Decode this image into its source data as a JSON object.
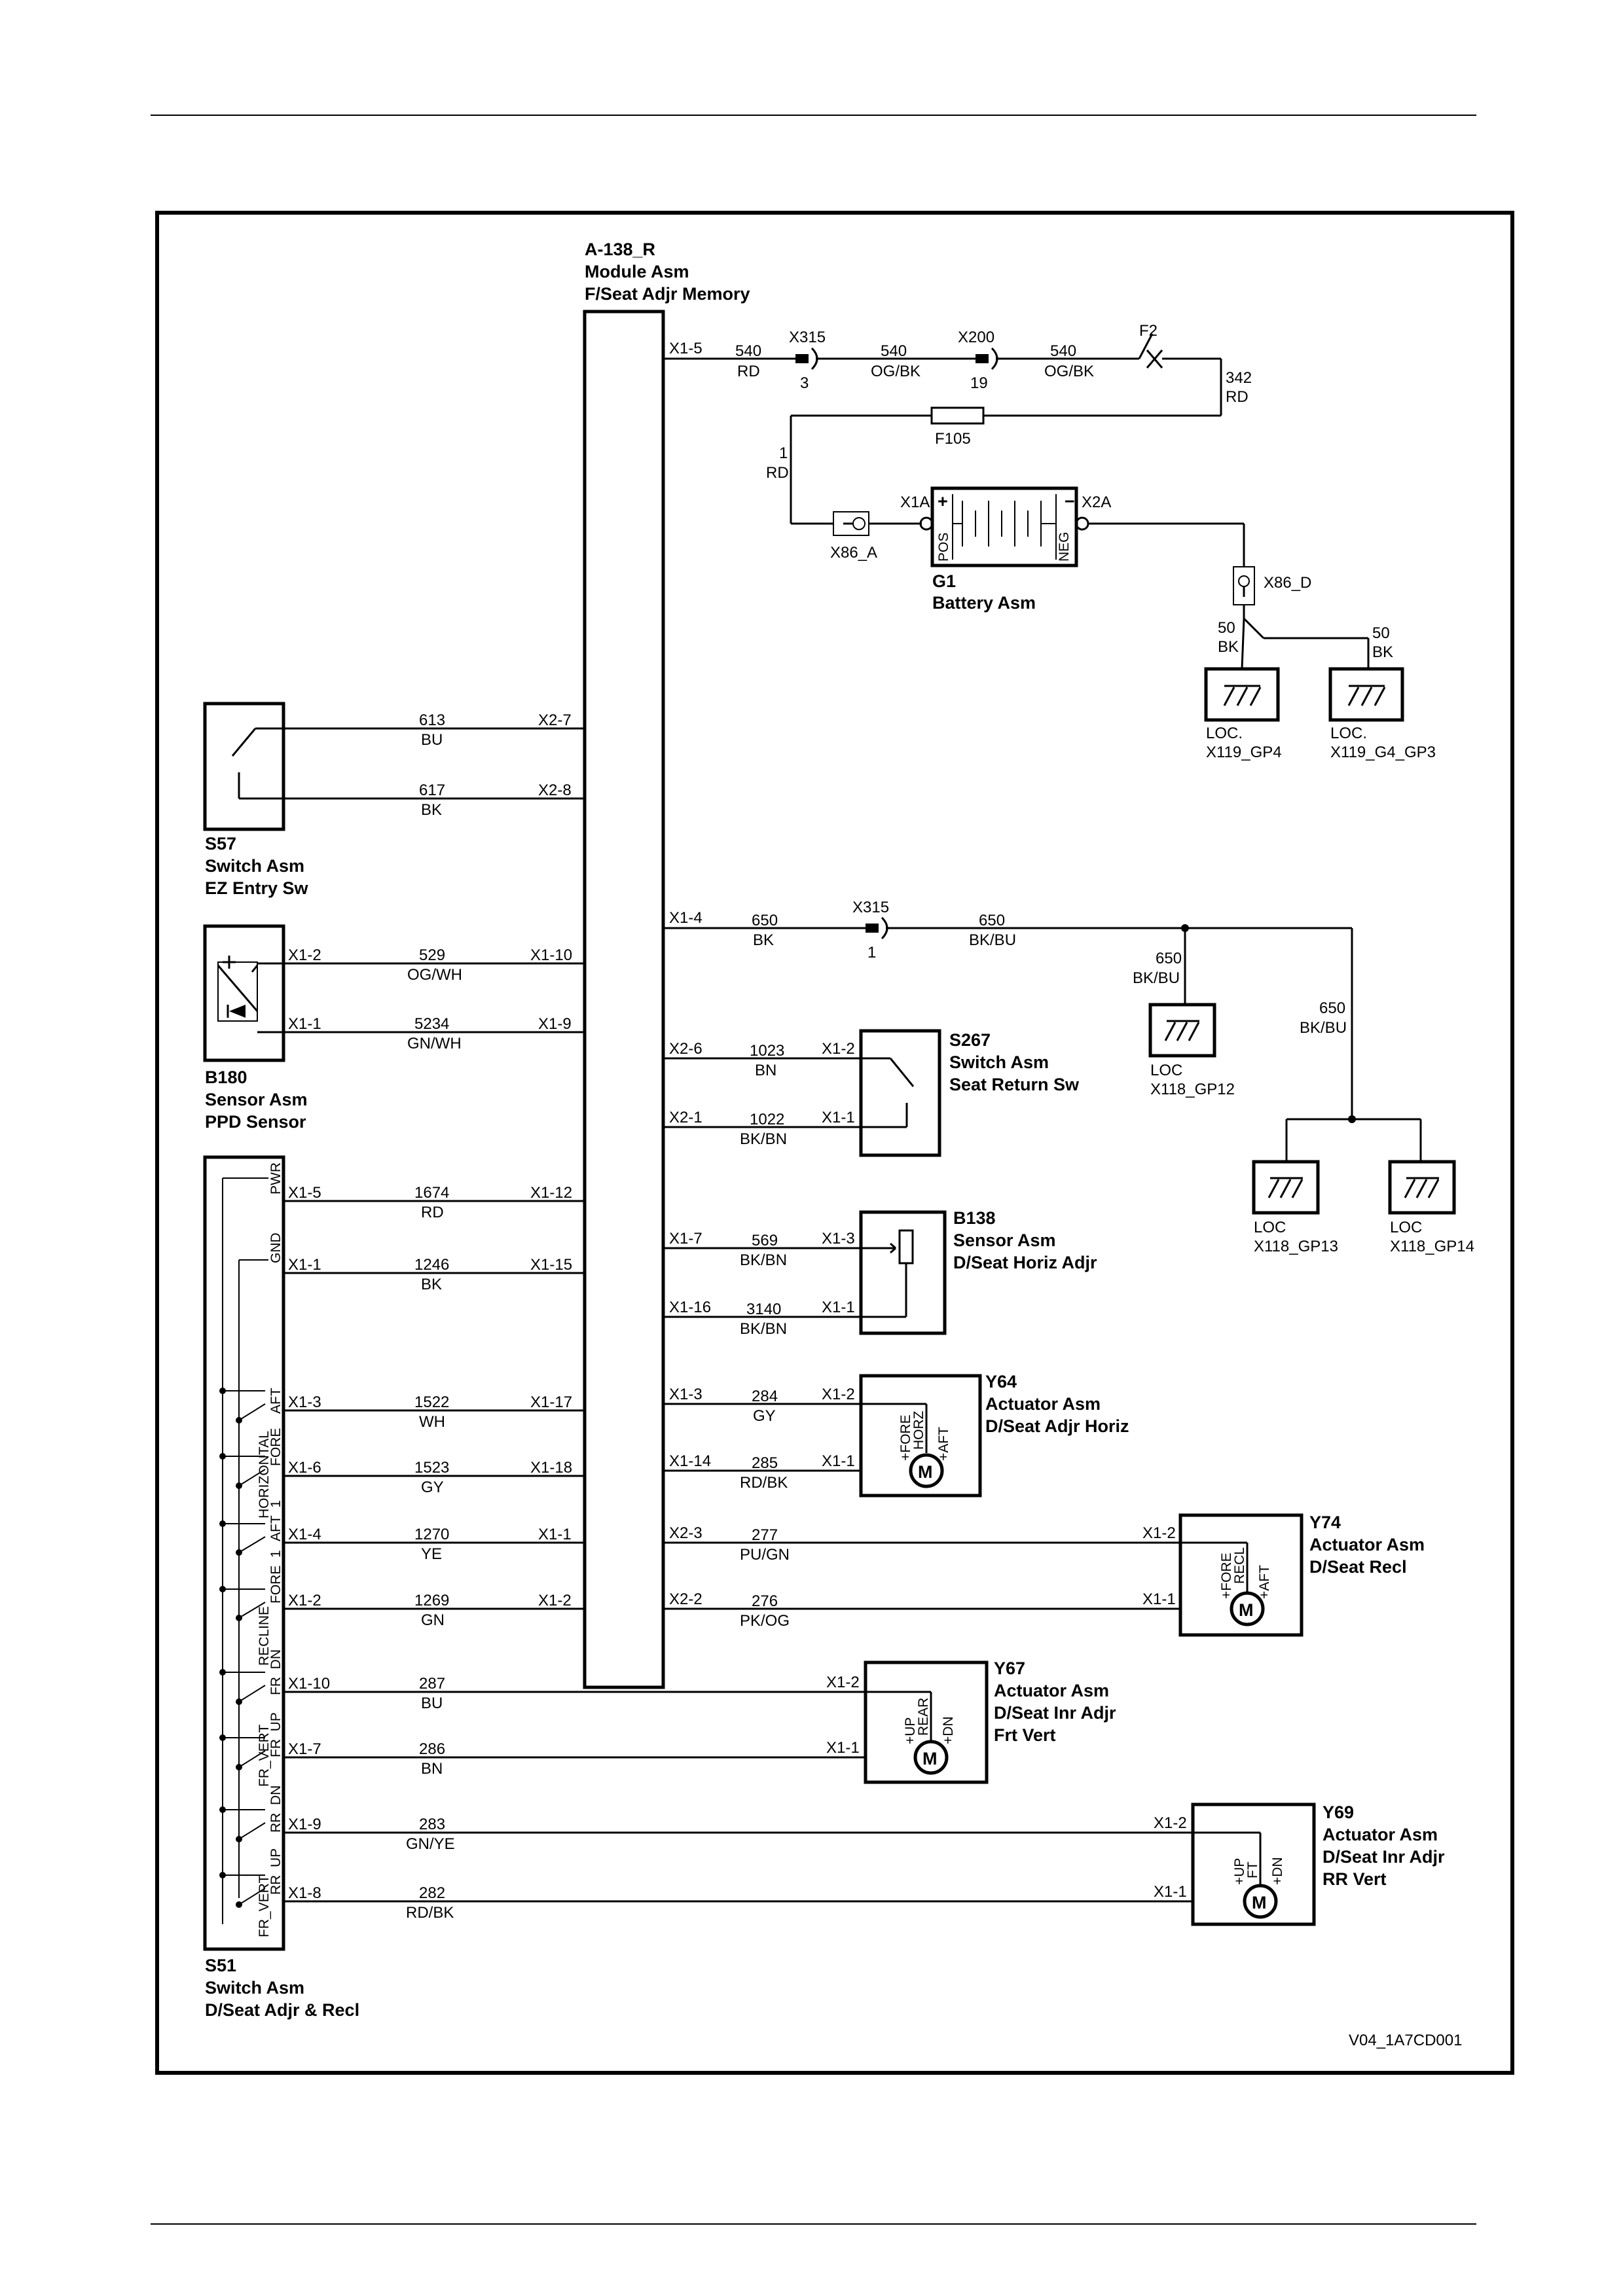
{
  "module": {
    "id": "A-138_R",
    "line2": "Module Asm",
    "line3": "F/Seat Adjr Memory"
  },
  "battery": {
    "id": "G1",
    "name": "Battery Asm",
    "pos": "POS",
    "neg": "NEG",
    "plus": "+",
    "minus": "−",
    "x1a": "X1A",
    "x2a": "X2A"
  },
  "fuse": {
    "f2": "F2",
    "f105": "F105"
  },
  "connectors": {
    "x315": "X315",
    "x315_pin_a": "3",
    "x315_pin_b": "1",
    "x200": "X200",
    "x200_pin": "19",
    "x86a": "X86_A",
    "x86d": "X86_D"
  },
  "grounds": {
    "gp4": {
      "l1": "LOC.",
      "l2": "X119_GP4"
    },
    "gp3": {
      "l1": "LOC.",
      "l2": "X119_G4_GP3"
    },
    "gp12": {
      "l1": "LOC",
      "l2": "X118_GP12"
    },
    "gp13": {
      "l1": "LOC",
      "l2": "X118_GP13"
    },
    "gp14": {
      "l1": "LOC",
      "l2": "X118_GP14"
    }
  },
  "components": {
    "s57": {
      "id": "S57",
      "l2": "Switch Asm",
      "l3": "EZ Entry Sw"
    },
    "b180": {
      "id": "B180",
      "l2": "Sensor Asm",
      "l3": "PPD Sensor"
    },
    "s51": {
      "id": "S51",
      "l2": "Switch Asm",
      "l3": "D/Seat Adjr & Recl"
    },
    "s267": {
      "id": "S267",
      "l2": "Switch Asm",
      "l3": "Seat Return Sw"
    },
    "b138": {
      "id": "B138",
      "l2": "Sensor Asm",
      "l3": "D/Seat Horiz Adjr"
    },
    "y64": {
      "id": "Y64",
      "l2": "Actuator Asm",
      "l3": "D/Seat Adjr Horiz"
    },
    "y74": {
      "id": "Y74",
      "l2": "Actuator Asm",
      "l3": "D/Seat Recl"
    },
    "y67": {
      "id": "Y67",
      "l2": "Actuator Asm",
      "l3": "D/Seat Inr Adjr",
      "l4": "Frt Vert"
    },
    "y69": {
      "id": "Y69",
      "l2": "Actuator Asm",
      "l3": "D/Seat Inr Adjr",
      "l4": "RR Vert"
    }
  },
  "motor_labels": {
    "m": "M",
    "y64": {
      "a": "+FORE",
      "b": "HORZ",
      "c": "+AFT"
    },
    "y74": {
      "a": "+FORE",
      "b": "RECL",
      "c": "+AFT"
    },
    "y67": {
      "a": "+UP",
      "b": "REAR",
      "c": "+DN"
    },
    "y69": {
      "a": "+UP",
      "b": "FT",
      "c": "+DN"
    }
  },
  "s51_labels": [
    "PWR",
    "GND",
    "AFT",
    "FORE",
    "HORIZONTAL",
    "AFT_1",
    "FORE_1",
    "RECLINE",
    "FR_DN",
    "FR_UP",
    "FR_VERT",
    "RR_DN",
    "RR_UP",
    "FR_VERT"
  ],
  "wires": {
    "w540a": {
      "n": "540",
      "c": "RD"
    },
    "w540b": {
      "n": "540",
      "c": "OG/BK"
    },
    "w540c": {
      "n": "540",
      "c": "OG/BK"
    },
    "w342": {
      "n": "342",
      "c": "RD"
    },
    "w1": {
      "n": "1",
      "c": "RD"
    },
    "w50a": {
      "n": "50",
      "c": "BK"
    },
    "w50b": {
      "n": "50",
      "c": "BK"
    },
    "w613": {
      "n": "613",
      "c": "BU"
    },
    "w617": {
      "n": "617",
      "c": "BK"
    },
    "w529": {
      "n": "529",
      "c": "OG/WH"
    },
    "w5234": {
      "n": "5234",
      "c": "GN/WH"
    },
    "w650a": {
      "n": "650",
      "c": "BK"
    },
    "w650b": {
      "n": "650",
      "c": "BK/BU"
    },
    "w650c": {
      "n": "650",
      "c": "BK/BU"
    },
    "w650d": {
      "n": "650",
      "c": "BK/BU"
    },
    "w1023": {
      "n": "1023",
      "c": "BN"
    },
    "w1022": {
      "n": "1022",
      "c": "BK/BN"
    },
    "w569": {
      "n": "569",
      "c": "BK/BN"
    },
    "w3140": {
      "n": "3140",
      "c": "BK/BN"
    },
    "w284": {
      "n": "284",
      "c": "GY"
    },
    "w285": {
      "n": "285",
      "c": "RD/BK"
    },
    "w277": {
      "n": "277",
      "c": "PU/GN"
    },
    "w276": {
      "n": "276",
      "c": "PK/OG"
    },
    "w1674": {
      "n": "1674",
      "c": "RD"
    },
    "w1246": {
      "n": "1246",
      "c": "BK"
    },
    "w1522": {
      "n": "1522",
      "c": "WH"
    },
    "w1523": {
      "n": "1523",
      "c": "GY"
    },
    "w1270": {
      "n": "1270",
      "c": "YE"
    },
    "w1269": {
      "n": "1269",
      "c": "GN"
    },
    "w287": {
      "n": "287",
      "c": "BU"
    },
    "w286": {
      "n": "286",
      "c": "BN"
    },
    "w283": {
      "n": "283",
      "c": "GN/YE"
    },
    "w282": {
      "n": "282",
      "c": "RD/BK"
    }
  },
  "pins": {
    "m_x15": "X1-5",
    "m_x27": "X2-7",
    "m_x28": "X2-8",
    "m_x110": "X1-10",
    "m_x19": "X1-9",
    "m_x112": "X1-12",
    "m_x115": "X1-15",
    "m_x117": "X1-17",
    "m_x118": "X1-18",
    "m_x11": "X1-1",
    "m_x12": "X1-2",
    "r_x14": "X1-4",
    "r_x26": "X2-6",
    "r_x21": "X2-1",
    "r_x17": "X1-7",
    "r_x116": "X1-16",
    "r_x13": "X1-3",
    "r_x114": "X1-14",
    "r_x23": "X2-3",
    "r_x22": "X2-2",
    "b180_12": "X1-2",
    "b180_11": "X1-1",
    "s51_15": "X1-5",
    "s51_11": "X1-1",
    "s51_13": "X1-3",
    "s51_16": "X1-6",
    "s51_14": "X1-4",
    "s51_12": "X1-2",
    "s51_110": "X1-10",
    "s51_17": "X1-7",
    "s51_19": "X1-9",
    "s51_18": "X1-8",
    "s267_12": "X1-2",
    "s267_11": "X1-1",
    "b138_13": "X1-3",
    "b138_11": "X1-1",
    "y64_12": "X1-2",
    "y64_11": "X1-1",
    "y74_12": "X1-2",
    "y74_11": "X1-1",
    "y67_12": "X1-2",
    "y67_11": "X1-1",
    "y69_12": "X1-2",
    "y69_11": "X1-1"
  },
  "footer_code": "V04_1A7CD001"
}
